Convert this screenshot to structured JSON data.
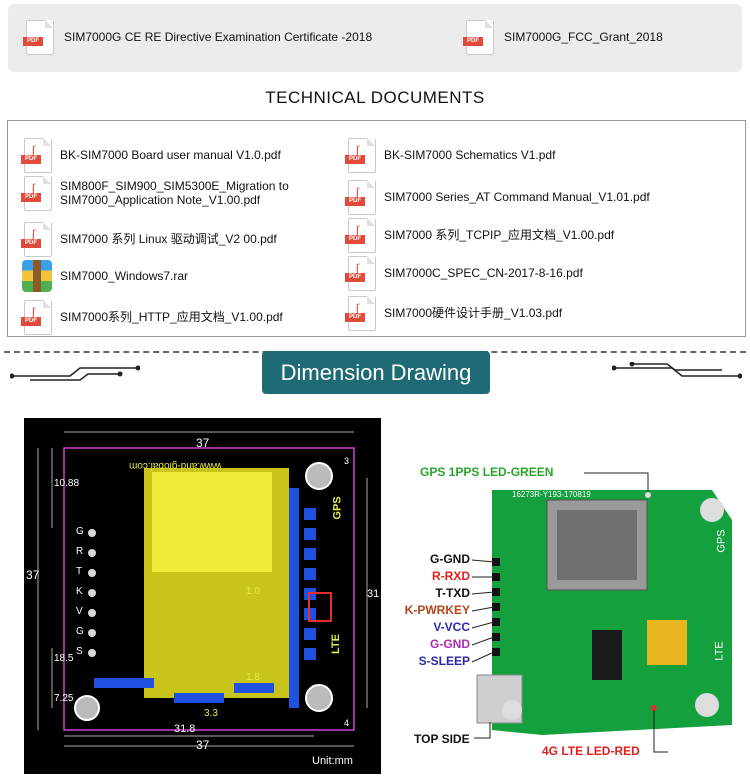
{
  "certificates": [
    {
      "name": "SIM7000G CE RE Directive Examination Certificate -2018",
      "icon": "pdf-icon"
    },
    {
      "name": "SIM7000G_FCC_Grant_2018",
      "icon": "pdf-icon"
    }
  ],
  "tech_title": "TECHNICAL DOCUMENTS",
  "documents_left": [
    {
      "line1": "BK-SIM7000 Board user manual V1.0.pdf",
      "line2": "",
      "icon": "pdf-icon"
    },
    {
      "line1": "SIM800F_SIM900_SIM5300E_Migration to",
      "line2": "SIM7000_Application Note_V1.00.pdf",
      "icon": "pdf-icon"
    },
    {
      "line1": "SIM7000 系列 Linux 驱动调试_V2 00.pdf",
      "line2": "",
      "icon": "pdf-icon"
    },
    {
      "line1": "SIM7000_Windows7.rar",
      "line2": "",
      "icon": "rar-icon"
    },
    {
      "line1": "SIM7000系列_HTTP_应用文档_V1.00.pdf",
      "line2": "",
      "icon": "pdf-icon"
    }
  ],
  "documents_right": [
    {
      "line1": "BK-SIM7000 Schematics V1.pdf",
      "icon": "pdf-icon"
    },
    {
      "line1": "SIM7000 Series_AT Command Manual_V1.01.pdf",
      "icon": "pdf-icon"
    },
    {
      "line1": "SIM7000 系列_TCPIP_应用文档_V1.00.pdf",
      "icon": "pdf-icon"
    },
    {
      "line1": "SIM7000C_SPEC_CN-2017-8-16.pdf",
      "icon": "pdf-icon"
    },
    {
      "line1": "SIM7000硬件设计手册_V1.03.pdf",
      "icon": "pdf-icon"
    }
  ],
  "banner": "Dimension Drawing",
  "drawing": {
    "dim_top": "37",
    "dim_bottom1": "31.8",
    "dim_bottom2": "37",
    "dim_left": "37",
    "dim_right": "31",
    "dim_10_88": "10.88",
    "dim_18_5": "18.5",
    "dim_7_25": "7.25",
    "dim_4": "4",
    "dim_3": "3",
    "unit": "Unit:mm",
    "gps": "GPS",
    "lte": "LTE",
    "url": "www.and-global.com",
    "pins": [
      "G",
      "R",
      "T",
      "K",
      "V",
      "G",
      "S"
    ],
    "v10": "1.0",
    "v18": "1.8",
    "v33": "3.3"
  },
  "photo": {
    "gps_led": "GPS 1PPS LED-GREEN",
    "pins": [
      {
        "label": "G-GND",
        "color": "#111111"
      },
      {
        "label": "R-RXD",
        "color": "#e0201c"
      },
      {
        "label": "T-TXD",
        "color": "#111111"
      },
      {
        "label": "K-PWRKEY",
        "color": "#b4461c"
      },
      {
        "label": "V-VCC",
        "color": "#2a2aa8"
      },
      {
        "label": "G-GND",
        "color": "#b02ab0"
      },
      {
        "label": "S-SLEEP",
        "color": "#2a2aa8"
      }
    ],
    "top_side": "TOP SIDE",
    "lte_led": "4G LTE LED-RED",
    "board_gps": "GPS",
    "board_lte": "LTE",
    "board_code": "16273R-Y193-170819",
    "colors": {
      "green_label": "#2aa52a",
      "red_label": "#e0201c",
      "board": "#14a03c"
    }
  }
}
